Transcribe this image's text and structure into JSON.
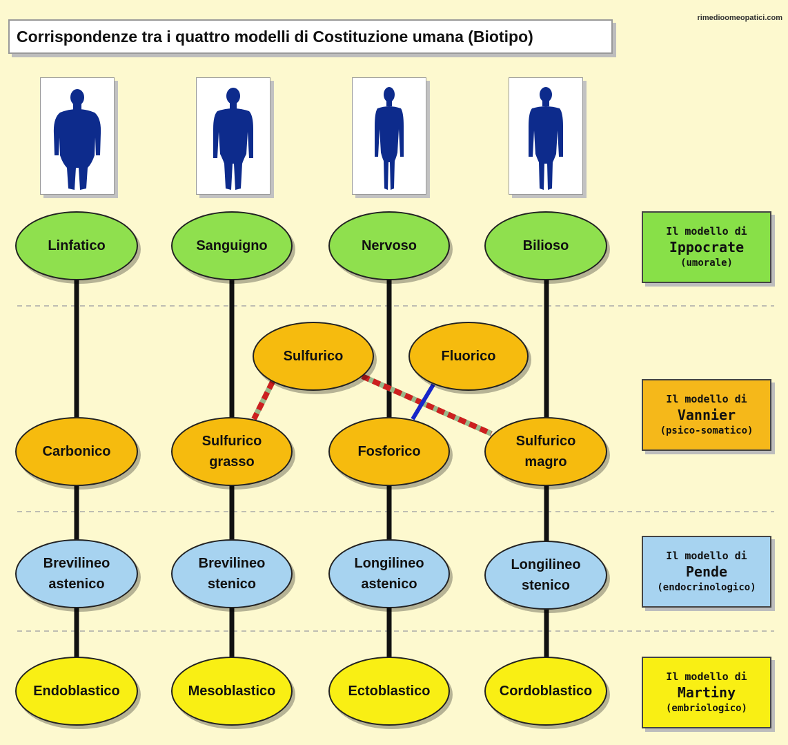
{
  "title": "Corrispondenze tra i quattro modelli di Costituzione umana (Biotipo)",
  "watermark": "rimedioomeopatici.com",
  "colors": {
    "background": "#fdf9cf",
    "hippocrates": "#8fe04e",
    "vannier": "#f6bb0e",
    "pende": "#a7d3f0",
    "martiny": "#f9ef14",
    "figure": "#0d2b8c",
    "link_red": "#cc1f1f",
    "link_blue": "#1726c9"
  },
  "figures": [
    {
      "name": "body-silhouette-stocky"
    },
    {
      "name": "body-silhouette-athletic"
    },
    {
      "name": "body-silhouette-slender"
    },
    {
      "name": "body-silhouette-tall"
    }
  ],
  "columns": [
    {
      "ippocrate": "Linfatico",
      "vannier": "Carbonico",
      "pende": "Brevilineo\nastenico",
      "martiny": "Endoblastico"
    },
    {
      "ippocrate": "Sanguigno",
      "vannier": "Sulfurico\ngrasso",
      "pende": "Brevilineo\nstenico",
      "martiny": "Mesoblastico"
    },
    {
      "ippocrate": "Nervoso",
      "vannier": "Fosforico",
      "pende": "Longilineo\nastenico",
      "martiny": "Ectoblastico"
    },
    {
      "ippocrate": "Bilioso",
      "vannier": "Sulfurico\nmagro",
      "pende": "Longilineo\nstenico",
      "martiny": "Cordoblastico"
    }
  ],
  "extra_nodes": {
    "sulfurico": "Sulfurico",
    "fluorico": "Fluorico"
  },
  "models": [
    {
      "line1": "Il modello di",
      "name": "Ippocrate",
      "detail": "(umorale)"
    },
    {
      "line1": "Il modello di",
      "name": "Vannier",
      "detail": "(psico-somatico)"
    },
    {
      "line1": "Il modello di",
      "name": "Pende",
      "detail": "(endocrinologico)"
    },
    {
      "line1": "Il modello di",
      "name": "Martiny",
      "detail": "(embriologico)"
    }
  ]
}
